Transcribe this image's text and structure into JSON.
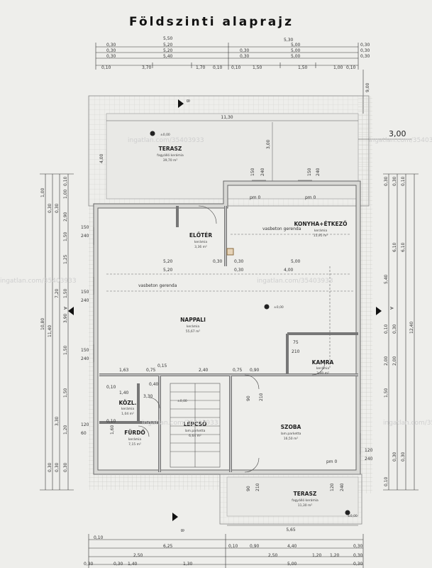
{
  "title": "Földszinti alaprajz",
  "watermark": "ingatlan.com/35403933",
  "rooms": [
    {
      "name": "TERASZ",
      "finish": "fagyálló kerámia",
      "area": "39,70 m²"
    },
    {
      "name": "ELŐTÉR",
      "finish": "kerámia",
      "area": "3,36 m²"
    },
    {
      "name": "KONYHA+ÉTKEZŐ",
      "finish": "kerámia",
      "area": "15,95 m²"
    },
    {
      "name": "NAPPALI",
      "finish": "kerámia",
      "area": "55,67 m²"
    },
    {
      "name": "KAMRA",
      "finish": "kerámia",
      "area": "3,00 m²"
    },
    {
      "name": "KÖZL.",
      "finish": "kerámia",
      "area": "1,04 m²"
    },
    {
      "name": "FÜRDŐ",
      "finish": "kerámia",
      "area": "7,15 m²"
    },
    {
      "name": "SZOBA",
      "finish": "lam.parketta",
      "area": "16,50 m²"
    },
    {
      "name": "TERASZ",
      "finish": "fagyálló kerámia",
      "area": "11,30 m²"
    },
    {
      "name": "LÉPCSŐ",
      "finish": "lam.parketta",
      "area": "6,64 m²"
    }
  ],
  "labels": {
    "beam": "vasbeton gerenda",
    "pm0": "pm 0",
    "level": "±0,00",
    "section_a": "A",
    "section_b": "B",
    "right_offset": "3,00",
    "top_vertical": "9,00"
  },
  "dims_top": [
    "0,30",
    "0,30",
    "0,30",
    "0,10",
    "5,50",
    "5,20",
    "5,20",
    "5,40",
    "3,70",
    "1,70",
    "0,10",
    "0,10",
    "1,50",
    "1,50",
    "1,00",
    "0,10",
    "0,30",
    "0,30",
    "5,30",
    "5,00",
    "5,00",
    "5,00",
    "0,30",
    "0,30",
    "0,30"
  ],
  "dims_inner": [
    "11,30",
    "4,00",
    "3,00",
    "150",
    "240",
    "150",
    "240",
    "5,20",
    "5,20",
    "5,00",
    "4,00",
    "0,30",
    "0,30",
    "0,30",
    "75",
    "210",
    "1,63",
    "0,75",
    "0,15",
    "2,40",
    "0,75",
    "0,90",
    "1,40",
    "0,10",
    "3,30",
    "0,10",
    "0,40",
    "1,60",
    "90",
    "210",
    "120",
    "60",
    "120",
    "240",
    "90",
    "210",
    "120",
    "240",
    "5,65"
  ],
  "dims_left": [
    "1,00",
    "0,30",
    "0,30",
    "0,10",
    "1,00",
    "2,90",
    "1,50",
    "1,25",
    "7,20",
    "3,90",
    "11,40",
    "10,80",
    "1,50",
    "1,50",
    "3,30",
    "1,50",
    "1,20",
    "0,30",
    "0,30",
    "0,30"
  ],
  "dims_right": [
    "0,30",
    "0,30",
    "0,10",
    "6,10",
    "6,10",
    "5,40",
    "12,40",
    "2,00",
    "2,00",
    "1,50",
    "0,30",
    "0,30",
    "0,10",
    "0,10",
    "0,30"
  ],
  "dims_bottom": [
    "0,10",
    "0,30",
    "0,30",
    "2,50",
    "1,40",
    "1,30",
    "6,25",
    "0,10",
    "0,90",
    "2,50",
    "4,40",
    "5,00",
    "1,20",
    "1,20",
    "0,30",
    "0,30",
    "0,30"
  ]
}
